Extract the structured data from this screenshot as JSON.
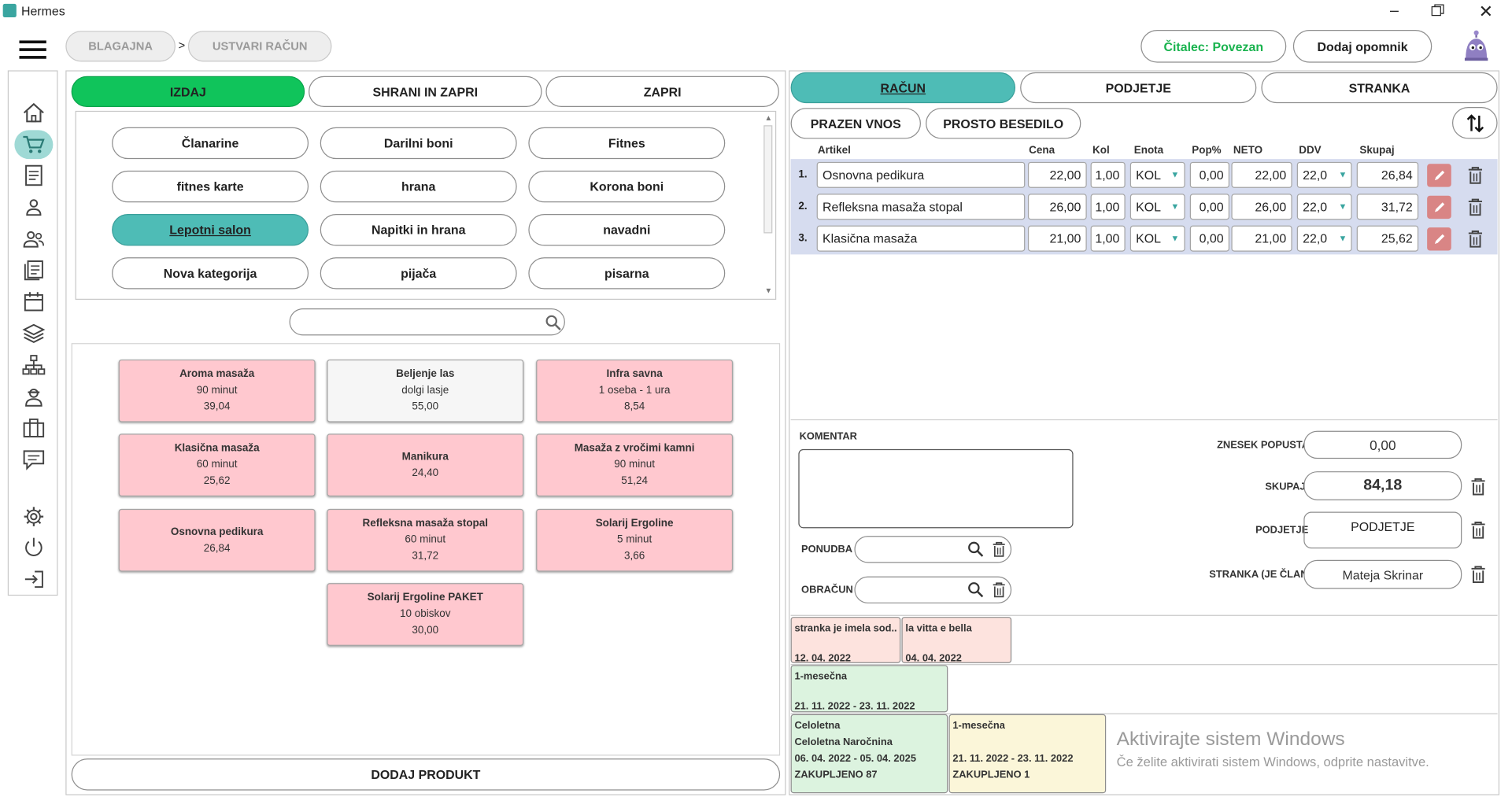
{
  "window": {
    "title": "Hermes",
    "controls": [
      "minimize",
      "restore",
      "close"
    ]
  },
  "breadcrumb": {
    "items": [
      "BLAGAJNA",
      "USTVARI RAČUN"
    ],
    "separator": ">"
  },
  "header": {
    "reader_status": "Čitalec: Povezan",
    "add_reminder": "Dodaj opomnik"
  },
  "sidebar": {
    "icons": [
      "home-icon",
      "cart-icon",
      "document-icon",
      "user-icon",
      "users-icon",
      "list-icon",
      "calendar-icon",
      "layers-icon",
      "network-icon",
      "worker-icon",
      "briefcase-icon",
      "chat-icon",
      "gear-icon",
      "power-icon",
      "exit-icon"
    ]
  },
  "left": {
    "actions": [
      "IZDAJ",
      "SHRANI IN ZAPRI",
      "ZAPRI"
    ],
    "categories": [
      "Članarine",
      "Darilni boni",
      "Fitnes",
      "fitnes karte",
      "hrana",
      "Korona boni",
      "Lepotni salon",
      "Napitki in hrana",
      "navadni",
      "Nova kategorija",
      "pijača",
      "pisarna"
    ],
    "selected_category": "Lepotni salon",
    "search_placeholder": "",
    "products": [
      {
        "name": "Aroma masaža",
        "desc": "90 minut",
        "price": "39,04",
        "color": "pink"
      },
      {
        "name": "Beljenje las",
        "desc": "dolgi lasje",
        "price": "55,00",
        "color": "white"
      },
      {
        "name": "Infra savna",
        "desc": "1 oseba - 1 ura",
        "price": "8,54",
        "color": "pink"
      },
      {
        "name": "Klasična masaža",
        "desc": "60 minut",
        "price": "25,62",
        "color": "pink"
      },
      {
        "name": "Manikura",
        "desc": "",
        "price": "24,40",
        "color": "pink"
      },
      {
        "name": "Masaža z vročimi kamni",
        "desc": "90 minut",
        "price": "51,24",
        "color": "pink"
      },
      {
        "name": "Osnovna pedikura",
        "desc": "",
        "price": "26,84",
        "color": "pink"
      },
      {
        "name": "Refleksna masaža stopal",
        "desc": "60 minut",
        "price": "31,72",
        "color": "pink"
      },
      {
        "name": "Solarij Ergoline",
        "desc": "5 minut",
        "price": "3,66",
        "color": "pink"
      },
      {
        "name": "Solarij Ergoline PAKET",
        "desc": "10 obiskov",
        "price": "30,00",
        "color": "pink"
      }
    ],
    "add_product": "DODAJ PRODUKT"
  },
  "right": {
    "tabs": [
      "RAČUN",
      "PODJETJE",
      "STRANKA"
    ],
    "active_tab": "RAČUN",
    "entry_buttons": [
      "PRAZEN VNOS",
      "PROSTO BESEDILO"
    ],
    "columns": [
      "Artikel",
      "Cena",
      "Kol",
      "Enota",
      "Pop%",
      "NETO",
      "DDV",
      "Skupaj"
    ],
    "rows": [
      {
        "no": "1.",
        "item": "Osnovna pedikura",
        "price": "22,00",
        "qty": "1,00",
        "unit": "KOL",
        "disc": "0,00",
        "net": "22,00",
        "vat": "22,0",
        "total": "26,84"
      },
      {
        "no": "2.",
        "item": "Refleksna masaža stopal",
        "price": "26,00",
        "qty": "1,00",
        "unit": "KOL",
        "disc": "0,00",
        "net": "26,00",
        "vat": "22,0",
        "total": "31,72"
      },
      {
        "no": "3.",
        "item": "Klasična masaža",
        "price": "21,00",
        "qty": "1,00",
        "unit": "KOL",
        "disc": "0,00",
        "net": "21,00",
        "vat": "22,0",
        "total": "25,62"
      }
    ],
    "comment_label": "KOMENTAR",
    "offer_label": "PONUDBA",
    "billing_label": "OBRAČUN",
    "discount_label": "ZNESEK POPUSTA",
    "discount_value": "0,00",
    "total_label": "SKUPAJ",
    "total_value": "84,18",
    "company_label": "PODJETJE",
    "company_value": "PODJETJE",
    "customer_label": "STRANKA (JE ČLAN)",
    "customer_value": "Mateja Skrinar",
    "notes": [
      {
        "title": "stranka je imela sod...",
        "date": "12. 04. 2022"
      },
      {
        "title": "la vitta e bella",
        "date": "04. 04. 2022"
      }
    ],
    "memberships_row1": [
      {
        "title": "1-mesečna",
        "period": "21. 11. 2022 - 23. 11. 2022"
      }
    ],
    "memberships_row2": [
      {
        "title": "Celoletna",
        "subtitle": "Celoletna Naročnina",
        "period": "06. 04. 2022 - 05. 04. 2025",
        "booked": "ZAKUPLJENO 87"
      },
      {
        "title": "1-mesečna",
        "subtitle": "",
        "period": "21. 11. 2022 - 23. 11. 2022",
        "booked": "ZAKUPLJENO 1"
      }
    ]
  },
  "watermark": {
    "title": "Aktivirajte sistem Windows",
    "subtitle": "Če želite aktivirati sistem Windows, odprite nastavitve."
  }
}
